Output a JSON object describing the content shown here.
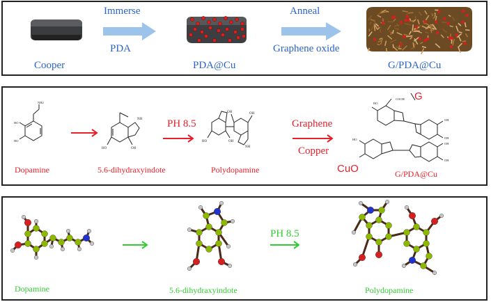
{
  "panel1": {
    "cooper": "Cooper",
    "immerse": "Immerse",
    "pda": "PDA",
    "pda_cu": "PDA@Cu",
    "anneal": "Anneal",
    "graphene_oxide": "Graphene oxide",
    "g_pda_cu": "G/PDA@Cu"
  },
  "panel2": {
    "dopamine": "Dopamine",
    "dihydroxyindole": "5.6-dihydraxyindote",
    "ph": "PH 8.5",
    "polydopamine": "Polydopamine",
    "graphene": "Graphene",
    "copper": "Copper",
    "g_pda_cu": "G/PDA@Cu",
    "g_letter": "G",
    "cuo": "CuO",
    "nh2": "NH2",
    "nh": "NH",
    "oh": "OH",
    "ho": "HO",
    "cooh": "COOH"
  },
  "panel3": {
    "dopamine": "Dopamine",
    "dihydroxyindole": "5.6-dihydraxyindote",
    "ph": "PH 8.5",
    "polydopamine": "Polydopamine"
  },
  "colors": {
    "blue_text": "#2b63c9",
    "red": "#e5202a",
    "green": "#33cc33",
    "arrow_blue": "#9cc3ea",
    "carbon": "#8db800",
    "oxygen": "#d42020",
    "nitrogen": "#2233cc",
    "hydrogen": "#c8c8c8"
  }
}
